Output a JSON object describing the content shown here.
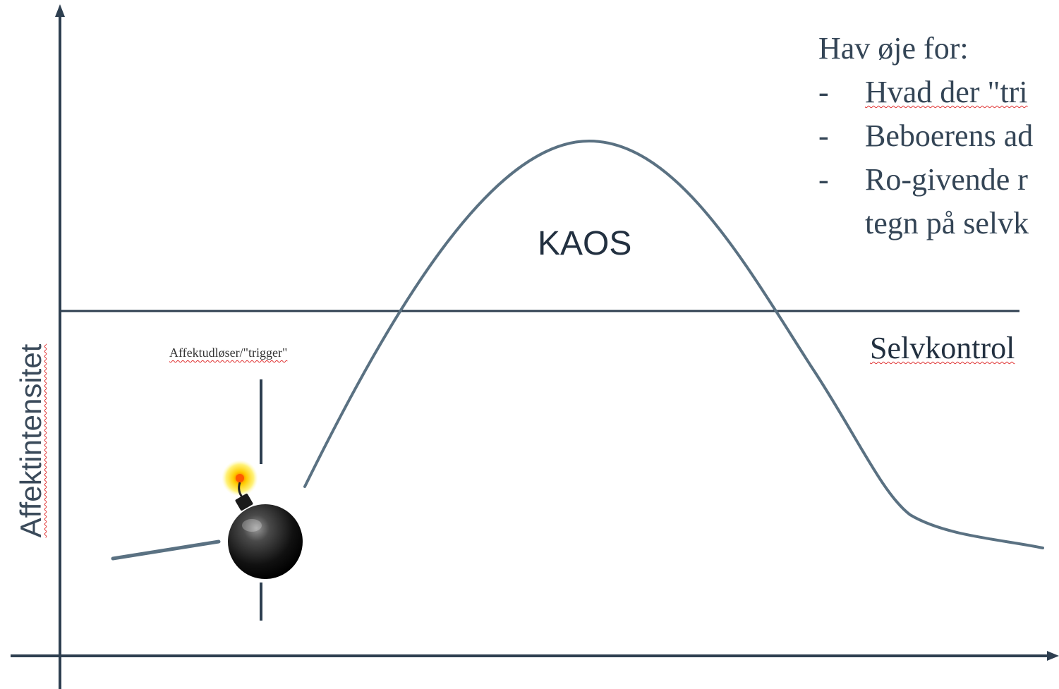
{
  "diagram": {
    "y_axis_label": "Affektintensitet",
    "zones": {
      "upper": "KAOS",
      "lower": "Selvkontrol"
    },
    "trigger_label": "Affektudløser/\"trigger\"",
    "trigger_icon": "bomb-icon",
    "notes": {
      "heading": "Hav øje for:",
      "bullets": [
        {
          "dash": "-",
          "text": "Hvad der \"tri"
        },
        {
          "dash": "-",
          "text": "Beboerens ad"
        },
        {
          "dash": "-",
          "text": "Ro-givende r"
        }
      ],
      "continuation": "tegn på selvk"
    },
    "colors": {
      "axis": "#2e3f50",
      "curve": "#5a7182",
      "threshold": "#2e3f50",
      "spellcheck": "#e03030"
    }
  }
}
